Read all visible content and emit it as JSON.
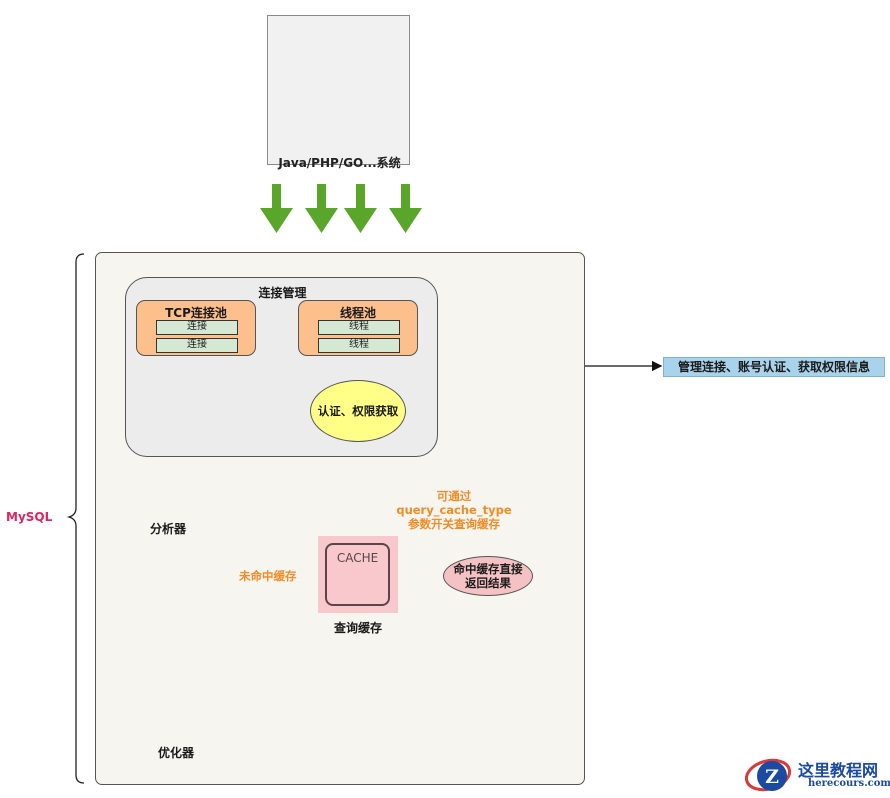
{
  "client_system": {
    "label": "Java/PHP/GO...系统",
    "icon": "server-folder-icon"
  },
  "mysql": {
    "label": "MySQL",
    "label_color": "#e0245e"
  },
  "connection_management": {
    "title": "连接管理",
    "tcp_pool": {
      "title": "TCP连接池",
      "items": [
        "连接",
        "连接"
      ]
    },
    "thread_pool": {
      "title": "线程池",
      "items": [
        "线程",
        "线程"
      ]
    },
    "auth": "认证、权限获取",
    "description": "管理连接、账号认证、获取权限信息"
  },
  "query_cache": {
    "box_text": "CACHE",
    "label": "查询缓存",
    "note": [
      "可通过",
      "query_cache_type",
      "参数开关查询缓存"
    ],
    "hit": [
      "命中缓存直接",
      "返回结果"
    ],
    "miss": "未命中缓存"
  },
  "analyzer": {
    "label": "分析器",
    "icon": "document-magnifier-icon"
  },
  "optimizer": {
    "label": "优化器",
    "icon": "chart-growth-icon"
  },
  "colors": {
    "arrow_green": "#5aa62b",
    "pool_fill": "#fdbf8c",
    "item_fill": "#d5e8d4",
    "auth_fill": "#ffff88",
    "cache_fill": "#f8c8cc",
    "note_text": "#f28c28",
    "info_fill": "#a9d3ea"
  },
  "watermark": {
    "name": "这里教程网",
    "site": "herecours.com"
  }
}
